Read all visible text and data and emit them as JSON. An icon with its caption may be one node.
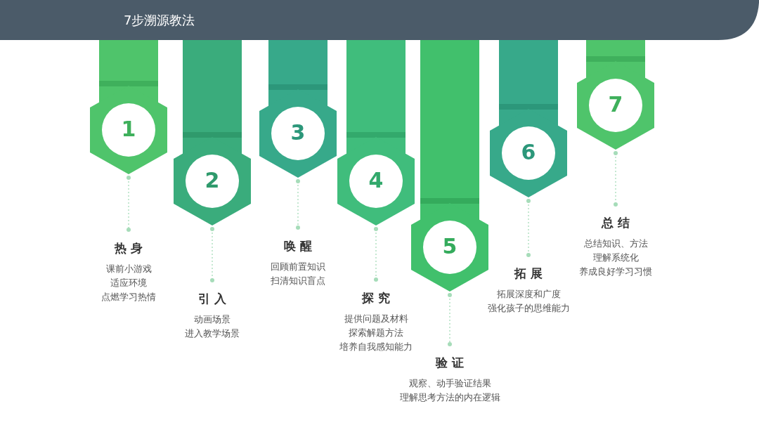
{
  "diagram": {
    "title": "7步溯源教法",
    "nodes": [
      {
        "text": [
          "1"
        ]
      },
      {
        "text": [
          "热身",
          "课前小游戏",
          "适应环境",
          "点燃学习热情"
        ]
      },
      {
        "text": [
          "2"
        ]
      },
      {
        "text": [
          "引入",
          "动画场景",
          "进入教学场景"
        ]
      },
      {
        "text": [
          "3"
        ]
      },
      {
        "text": [
          "唤醒",
          "回顾前置知识",
          "扫清知识盲点"
        ]
      },
      {
        "text": [
          "4"
        ]
      },
      {
        "text": [
          "探究",
          "提供问题及材料",
          "探索解题方法",
          "培养自我感知能力"
        ]
      },
      {
        "text": [
          "5"
        ]
      },
      {
        "text": [
          "验证",
          "观察、动手验证结果",
          "理解思考方法的内在逻辑"
        ]
      },
      {
        "text": [
          "6"
        ]
      },
      {
        "text": [
          "拓展",
          "拓展深度和广度",
          "强化孩子的思维能力"
        ]
      },
      {
        "text": [
          "7"
        ]
      },
      {
        "text": [
          "总结",
          "总结知识、方法",
          "理解系统化",
          "养成良好学习习惯"
        ]
      }
    ],
    "edges": [
      {
        "from": 0,
        "to": 1,
        "arrow": "other",
        "style": "dashed"
      },
      {
        "from": 2,
        "to": 3,
        "arrow": "other",
        "style": "dashed"
      },
      {
        "from": 4,
        "to": 5,
        "arrow": "other",
        "style": "dashed"
      },
      {
        "from": 6,
        "to": 7,
        "arrow": "other",
        "style": "dashed"
      },
      {
        "from": 8,
        "to": 9,
        "arrow": "other",
        "style": "dashed"
      },
      {
        "from": 10,
        "to": 11,
        "arrow": "other",
        "style": "dashed"
      },
      {
        "from": 12,
        "to": 13,
        "arrow": "other",
        "style": "dashed"
      }
    ]
  }
}
